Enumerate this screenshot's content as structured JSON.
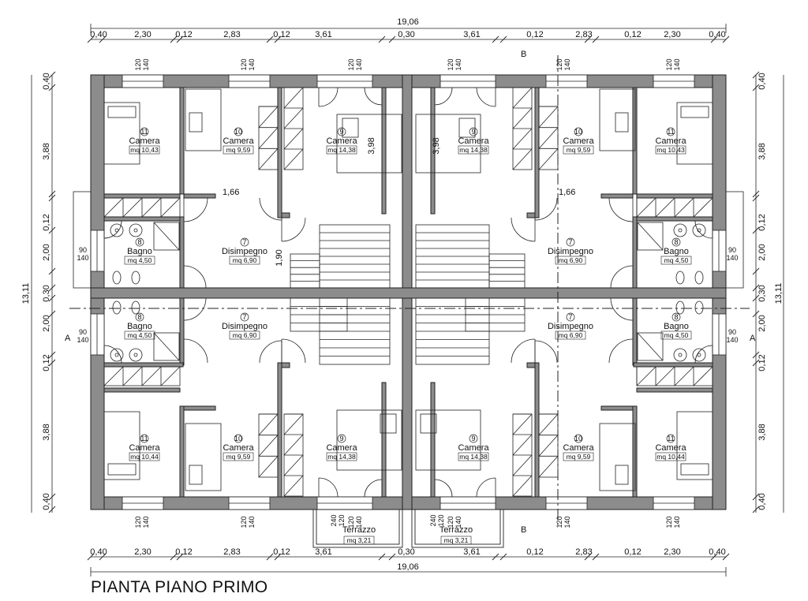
{
  "title": "PIANTA PIANO PRIMO",
  "overall_width": "19,06",
  "overall_depth": "13,11",
  "top_dims": [
    "0,40",
    "2,30",
    "0,12",
    "2,83",
    "0,12",
    "3,61",
    "0,30",
    "3,61",
    "0,12",
    "2,83",
    "0,12",
    "2,30",
    "0,40"
  ],
  "bottom_dims": [
    "0,40",
    "2,30",
    "0,12",
    "2,83",
    "0,12",
    "3,61",
    "0,30",
    "3,61",
    "0,12",
    "2,83",
    "0,12",
    "2,30",
    "0,40"
  ],
  "side_dims": [
    "0,40",
    "3,88",
    "0,12",
    "2,00",
    "0,30",
    "2,00",
    "0,12",
    "3,88",
    "0,40"
  ],
  "window_top": "120",
  "window_bottom": "140",
  "side_window_top": "90",
  "side_window_bottom": "140",
  "corridor_width": "1,66",
  "stair_width": "1,90",
  "bed_width": "3,98",
  "section_b": "B",
  "section_a": "A",
  "rooms": {
    "camera_11": {
      "num": "11",
      "name": "Camera",
      "area_top": "mq 10,43",
      "area_bottom": "mq 10,44"
    },
    "camera_10": {
      "num": "10",
      "name": "Camera",
      "area": "mq 9,59"
    },
    "camera_9": {
      "num": "9",
      "name": "Camera",
      "area": "mq 14,38"
    },
    "dis_7": {
      "num": "7",
      "name_left": "Disimpegno",
      "name_right": "Disimpegno",
      "area": "mq 6,90"
    },
    "bagno_8": {
      "num": "8",
      "name": "Bagno",
      "area": "mq 4,50"
    },
    "terrazzo": {
      "name": "Terrazzo",
      "area": "mq 3,21",
      "w1": "240",
      "w2": "120"
    }
  }
}
